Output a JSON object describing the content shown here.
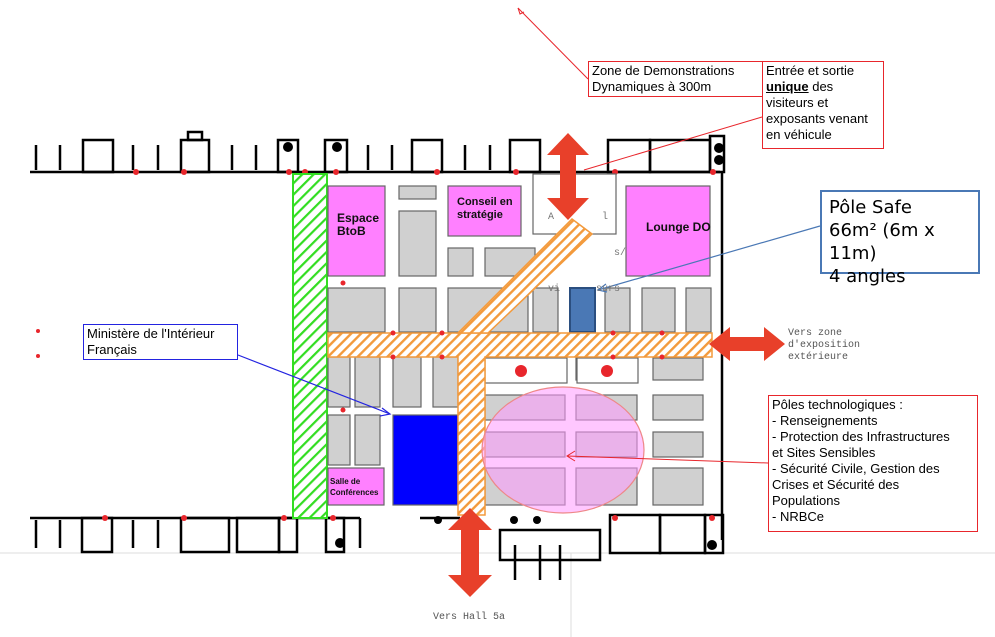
{
  "floor_plan": {
    "stands": {
      "espace_btob": "Espace BtoB",
      "espace_btob_line1": "Espace",
      "espace_btob_line2": "BtoB",
      "conseil_line1": "Conseil en",
      "conseil_line2": "stratégie",
      "lounge": "Lounge DO",
      "salle_line1": "Salle de",
      "salle_line2": "Conférences",
      "accueil_line1": "A        l",
      "accueil_line2": "           s/",
      "accueil_line3": "vi      surs"
    },
    "directions": {
      "exposition_line1": "Vers zone",
      "exposition_line2": "d'exposition",
      "exposition_line3": "extérieure",
      "hall": "Vers Hall 5a"
    },
    "colors": {
      "accent_red": "#e8402a",
      "aisle_orange": "#f39a3c",
      "green_zone": "#33dd22",
      "magenta_stand": "#ff80ff",
      "blue_stand": "#0000ff",
      "pole_safe": "#4a78b5",
      "stand_gray": "#d0d0d0",
      "tech_zone": "#ff99ff"
    }
  },
  "callouts": {
    "demo_zone": {
      "line1": "Zone de Demonstrations",
      "line2": "Dynamiques à 300m"
    },
    "entrance": {
      "line1": "Entrée et sortie",
      "line2_bold": "unique",
      "line2_rest": " des",
      "line3": "visiteurs et",
      "line4": "exposants venant",
      "line5": "en véhicule"
    },
    "pole_safe": {
      "line1": "Pôle Safe",
      "line2": "66m² (6m x 11m)",
      "line3": "4 angles"
    },
    "ministere": {
      "line1": "Ministère de l'Intérieur",
      "line2": "Français"
    },
    "poles_tech": {
      "title": "Pôles technologiques :",
      "items": [
        "- Renseignements",
        "- Protection des Infrastructures",
        "et Sites Sensibles",
        "- Sécurité Civile, Gestion des",
        "Crises et Sécurité des",
        "Populations",
        "- NRBCe"
      ]
    }
  }
}
